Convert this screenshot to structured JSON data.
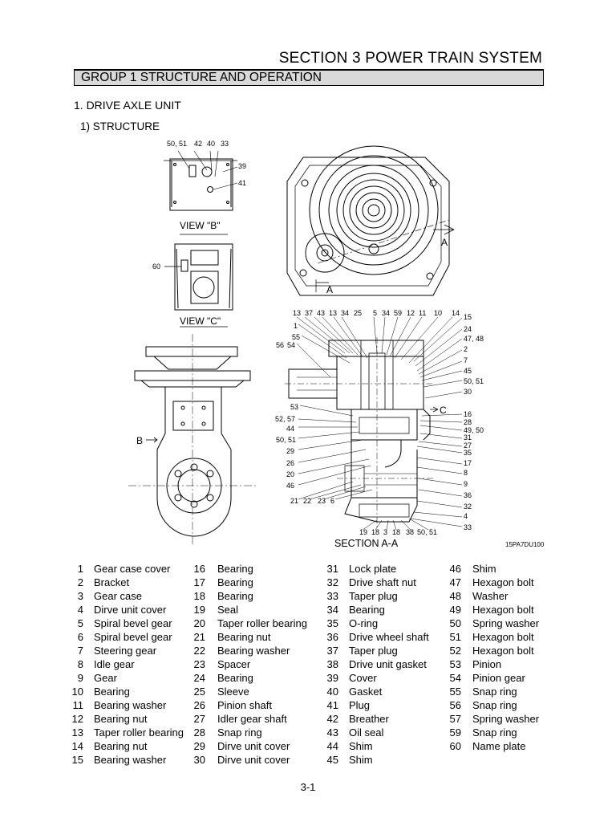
{
  "header": {
    "section_title": "SECTION  3  POWER TRAIN SYSTEM",
    "group_title": "GROUP  1  STRUCTURE AND OPERATION",
    "heading1": "1. DRIVE AXLE UNIT",
    "heading2": "1) STRUCTURE"
  },
  "figure": {
    "view_b_label": "VIEW \"B\"",
    "view_c_label": "VIEW \"C\"",
    "section_label": "SECTION A-A",
    "figure_code": "15PA7DU100",
    "marker_a_top": "A",
    "marker_a_bottom": "A",
    "marker_b": "B",
    "marker_c": "C",
    "view_b_callouts": [
      "50, 51",
      "42",
      "40",
      "33",
      "39",
      "41"
    ],
    "view_c_callouts": [
      "60"
    ],
    "section_top_callouts": [
      "13",
      "37",
      "43",
      "13",
      "34",
      "25",
      "5",
      "34",
      "59",
      "12",
      "11",
      "10",
      "14"
    ],
    "section_left_callouts": [
      "1",
      "55",
      "56",
      "54",
      "53",
      "52, 57",
      "44",
      "50, 51",
      "29",
      "26",
      "20",
      "46",
      "21",
      "22",
      "23",
      "6"
    ],
    "section_right_callouts": [
      "15",
      "24",
      "47, 48",
      "2",
      "7",
      "45",
      "50, 51",
      "30",
      "16",
      "28",
      "49, 50",
      "31",
      "27",
      "35",
      "17",
      "8",
      "9",
      "36",
      "32",
      "4",
      "33"
    ],
    "section_bottom_callouts": [
      "19",
      "18",
      "3",
      "18",
      "38",
      "50, 51"
    ]
  },
  "parts_list": {
    "columns": [
      [
        {
          "no": "1",
          "name": "Gear case cover"
        },
        {
          "no": "2",
          "name": "Bracket"
        },
        {
          "no": "3",
          "name": "Gear case"
        },
        {
          "no": "4",
          "name": "Dirve unit cover"
        },
        {
          "no": "5",
          "name": "Spiral bevel gear"
        },
        {
          "no": "6",
          "name": "Spiral bevel gear"
        },
        {
          "no": "7",
          "name": "Steering gear"
        },
        {
          "no": "8",
          "name": "Idle gear"
        },
        {
          "no": "9",
          "name": "Gear"
        },
        {
          "no": "10",
          "name": "Bearing"
        },
        {
          "no": "11",
          "name": "Bearing washer"
        },
        {
          "no": "12",
          "name": "Bearing nut"
        },
        {
          "no": "13",
          "name": "Taper roller bearing"
        },
        {
          "no": "14",
          "name": "Bearing nut"
        },
        {
          "no": "15",
          "name": "Bearing washer"
        }
      ],
      [
        {
          "no": "16",
          "name": "Bearing"
        },
        {
          "no": "17",
          "name": "Bearing"
        },
        {
          "no": "18",
          "name": "Bearing"
        },
        {
          "no": "19",
          "name": "Seal"
        },
        {
          "no": "20",
          "name": "Taper roller bearing"
        },
        {
          "no": "21",
          "name": "Bearing nut"
        },
        {
          "no": "22",
          "name": "Bearing washer"
        },
        {
          "no": "23",
          "name": "Spacer"
        },
        {
          "no": "24",
          "name": "Bearing"
        },
        {
          "no": "25",
          "name": "Sleeve"
        },
        {
          "no": "26",
          "name": "Pinion shaft"
        },
        {
          "no": "27",
          "name": "Idler gear shaft"
        },
        {
          "no": "28",
          "name": "Snap ring"
        },
        {
          "no": "29",
          "name": "Dirve unit cover"
        },
        {
          "no": "30",
          "name": "Dirve unit cover"
        }
      ],
      [
        {
          "no": "31",
          "name": "Lock plate"
        },
        {
          "no": "32",
          "name": "Drive shaft nut"
        },
        {
          "no": "33",
          "name": "Taper plug"
        },
        {
          "no": "34",
          "name": "Bearing"
        },
        {
          "no": "35",
          "name": "O-ring"
        },
        {
          "no": "36",
          "name": "Drive wheel shaft"
        },
        {
          "no": "37",
          "name": "Taper plug"
        },
        {
          "no": "38",
          "name": "Drive unit gasket"
        },
        {
          "no": "39",
          "name": "Cover"
        },
        {
          "no": "40",
          "name": "Gasket"
        },
        {
          "no": "41",
          "name": "Plug"
        },
        {
          "no": "42",
          "name": "Breather"
        },
        {
          "no": "43",
          "name": "Oil seal"
        },
        {
          "no": "44",
          "name": "Shim"
        },
        {
          "no": "45",
          "name": "Shim"
        }
      ],
      [
        {
          "no": "46",
          "name": "Shim"
        },
        {
          "no": "47",
          "name": "Hexagon bolt"
        },
        {
          "no": "48",
          "name": "Washer"
        },
        {
          "no": "49",
          "name": "Hexagon bolt"
        },
        {
          "no": "50",
          "name": "Spring washer"
        },
        {
          "no": "51",
          "name": "Hexagon bolt"
        },
        {
          "no": "52",
          "name": "Hexagon bolt"
        },
        {
          "no": "53",
          "name": "Pinion"
        },
        {
          "no": "54",
          "name": "Pinion gear"
        },
        {
          "no": "55",
          "name": "Snap ring"
        },
        {
          "no": "56",
          "name": "Snap ring"
        },
        {
          "no": "57",
          "name": "Spring washer"
        },
        {
          "no": "59",
          "name": "Snap ring"
        },
        {
          "no": "60",
          "name": "Name plate"
        }
      ]
    ]
  },
  "footer": {
    "page_number": "3-1"
  }
}
